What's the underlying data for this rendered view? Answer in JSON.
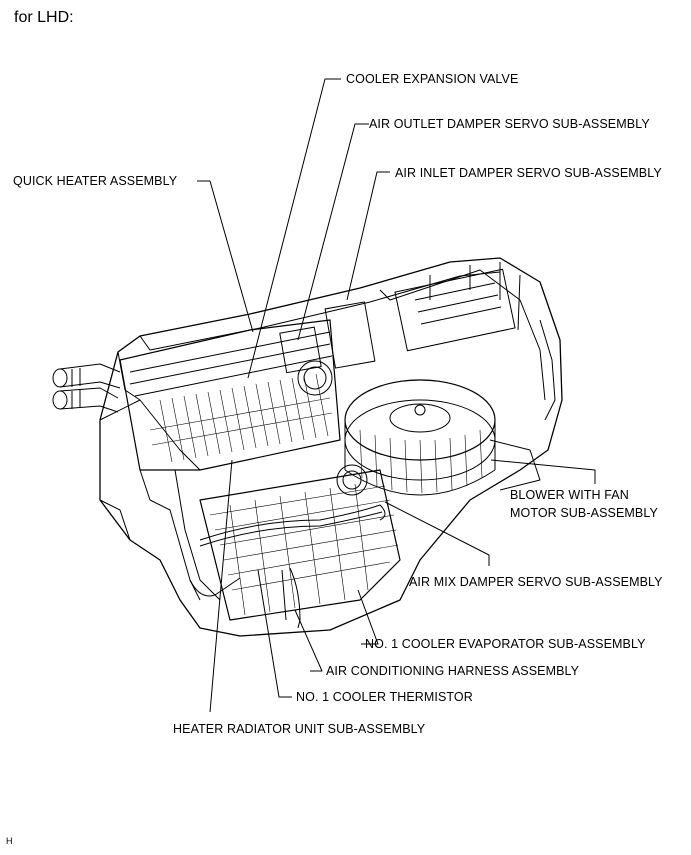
{
  "heading": "for LHD:",
  "labels": {
    "cooler_expansion_valve": "COOLER EXPANSION VALVE",
    "air_outlet_damper_servo": "AIR OUTLET DAMPER SERVO SUB-ASSEMBLY",
    "air_inlet_damper_servo": "AIR INLET DAMPER SERVO SUB-ASSEMBLY",
    "quick_heater": "QUICK HEATER ASSEMBLY",
    "blower_line1": "BLOWER WITH FAN",
    "blower_line2": "MOTOR SUB-ASSEMBLY",
    "air_mix_damper_servo": "AIR MIX DAMPER SERVO SUB-ASSEMBLY",
    "evaporator": "NO. 1 COOLER EVAPORATOR SUB-ASSEMBLY",
    "harness": "AIR CONDITIONING HARNESS ASSEMBLY",
    "thermistor": "NO. 1 COOLER THERMISTOR",
    "heater_radiator": "HEATER RADIATOR UNIT SUB-ASSEMBLY"
  },
  "figure_code": "H"
}
